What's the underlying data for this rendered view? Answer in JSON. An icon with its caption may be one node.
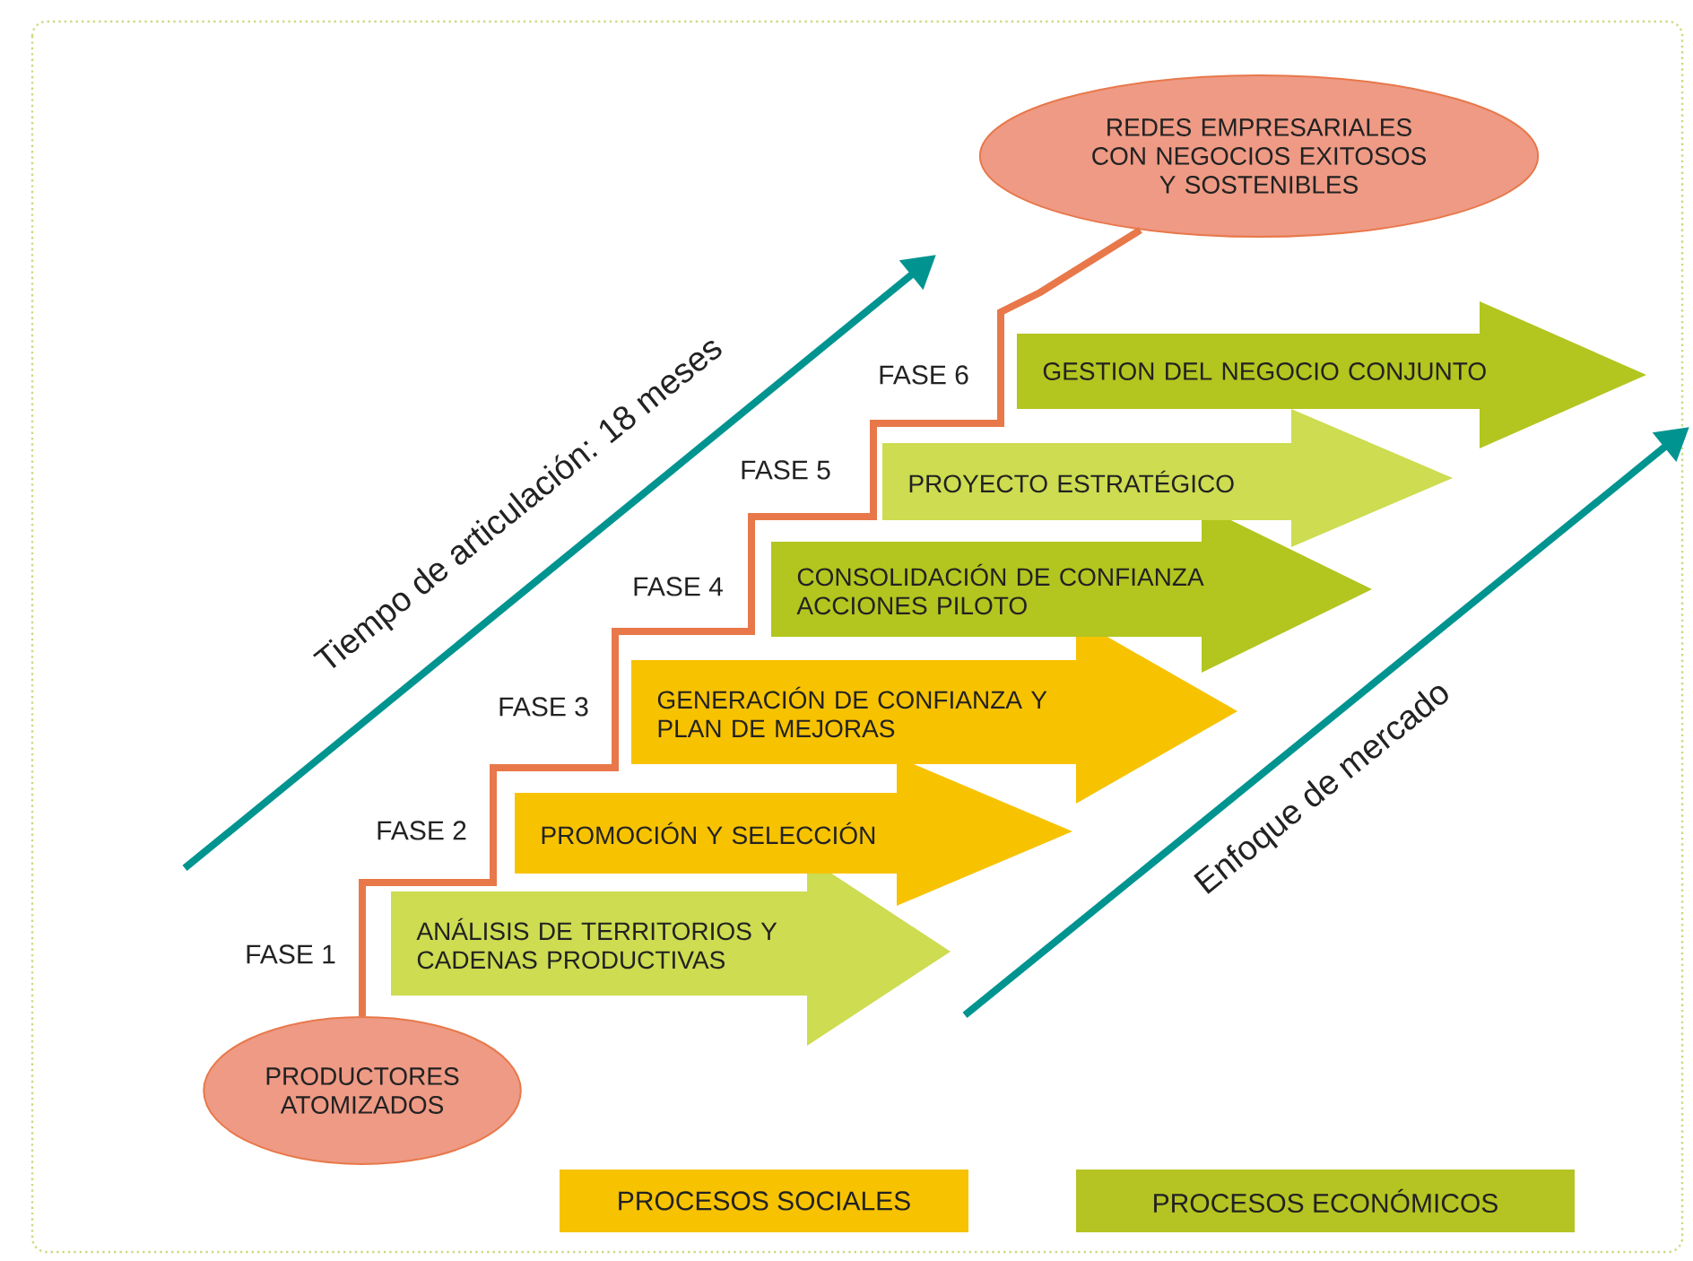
{
  "diagram": {
    "nodes": [
      {
        "text": [
          "PRODUCTORES ATOMIZADOS"
        ]
      },
      {
        "text": [
          "ANÁLISIS DE TERRITORIOS Y CADENAS PRODUCTIVAS"
        ]
      },
      {
        "text": [
          "PROMOCIÓN Y SELECCIÓN"
        ]
      },
      {
        "text": [
          "GENERACIÓN DE CONFIANZA Y PLAN DE MEJORAS"
        ]
      },
      {
        "text": [
          "CONSOLIDACIÓN DE CONFIANZA",
          "ACCIONES PILOTO"
        ]
      },
      {
        "text": [
          "PROYECTO ESTRATÉGICO"
        ]
      },
      {
        "text": [
          "GESTION DEL NEGOCIO CONJUNTO"
        ]
      },
      {
        "text": [
          "REDES EMPRESARIALES CON NEGOCIOS EXITOSOS Y SOSTENIBLES"
        ]
      }
    ],
    "edges": [
      {
        "from": 0,
        "to": 7,
        "arrow": "none"
      }
    ],
    "labels": [
      "Tiempo de articulación: 18 meses",
      "FASE 6",
      "FASE 5",
      "FASE 4",
      "FASE 3",
      "FASE 2",
      "FASE 1",
      "Enfoque de mercado"
    ],
    "legend": [
      {
        "text": "PROCESOS SOCIALES",
        "color": "#f7c200"
      },
      {
        "text": "PROCESOS ECONÓMICOS",
        "color": "#b5c422"
      }
    ]
  }
}
